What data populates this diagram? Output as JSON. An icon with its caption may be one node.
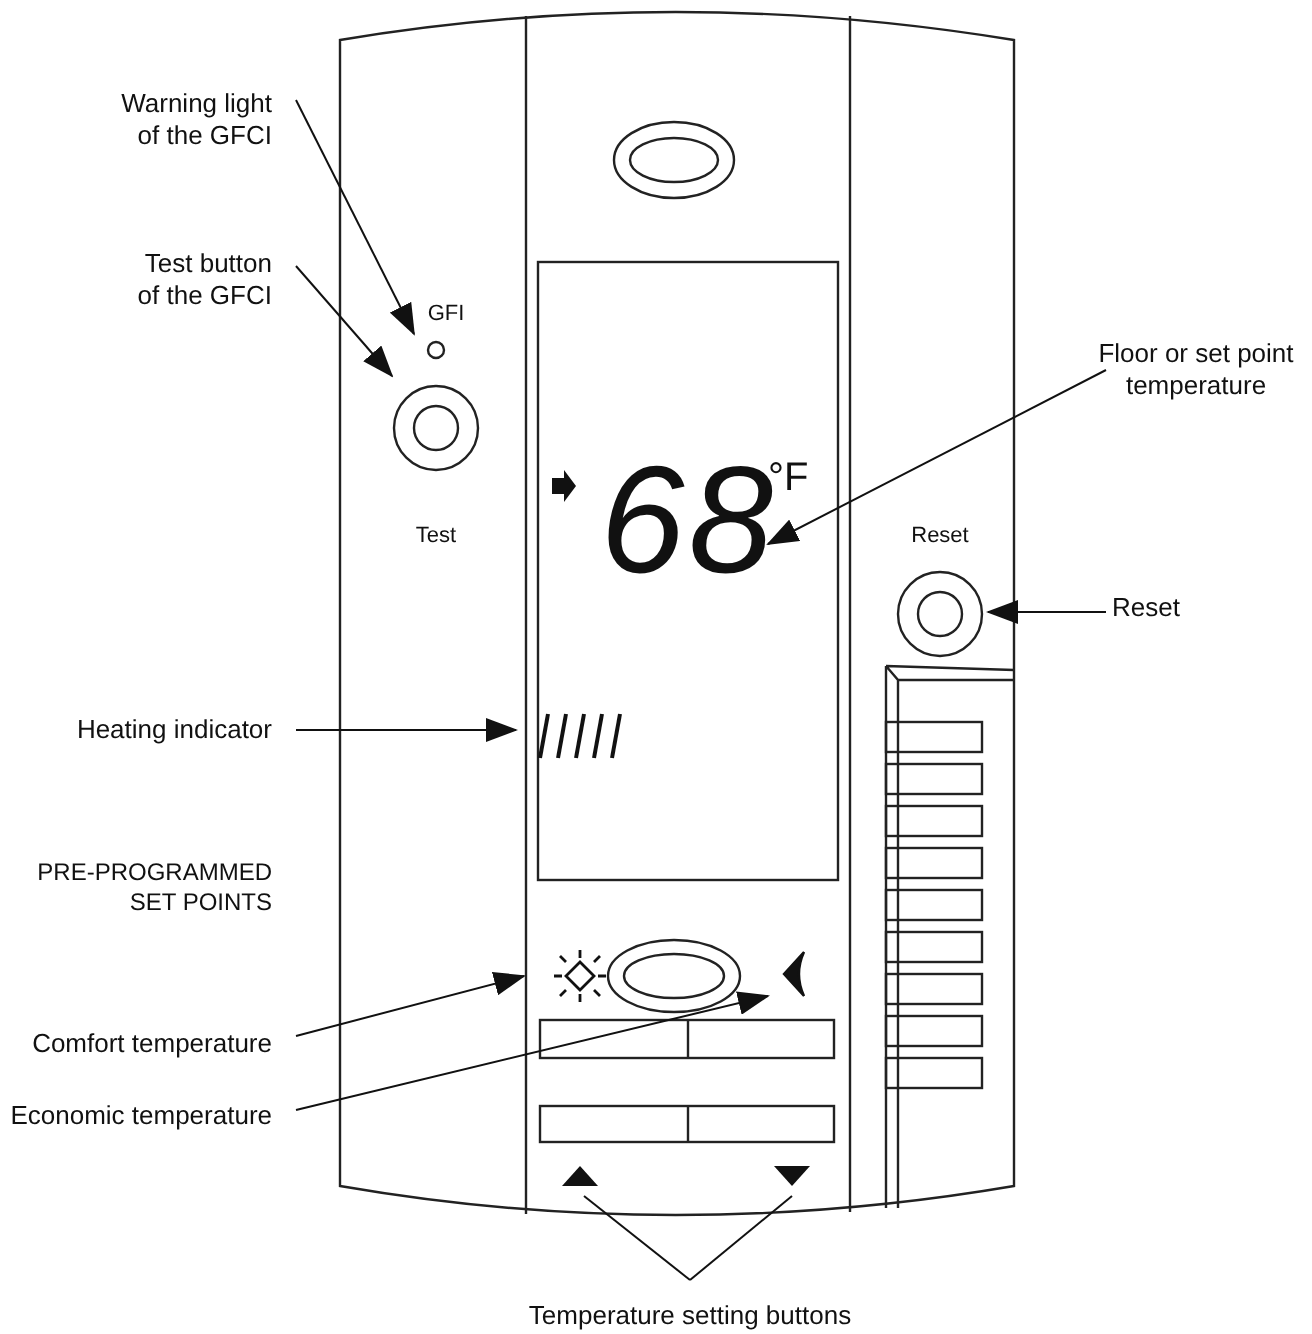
{
  "diagram": {
    "nodes": [
      {
        "text": [
          "Warning light of the GFCI"
        ]
      },
      {
        "text": [
          "Test button of the GFCI"
        ]
      },
      {
        "text": [
          "Floor or set point temperature"
        ]
      },
      {
        "text": [
          "Reset"
        ]
      },
      {
        "text": [
          "Heating indicator"
        ]
      },
      {
        "text": [
          "Comfort temperature"
        ]
      },
      {
        "text": [
          "Economic temperature"
        ]
      },
      {
        "text": [
          "Temperature setting buttons"
        ]
      },
      {
        "text": [],
        "shape": "circle"
      },
      {
        "text": [],
        "shape": "button"
      },
      {
        "text": [
          "68"
        ]
      },
      {
        "text": [],
        "shape": "button"
      },
      {
        "text": [],
        "shape": "bars"
      },
      {
        "text": [],
        "shape": "sun"
      },
      {
        "text": [],
        "shape": "moon"
      },
      {
        "text": [],
        "shape": "triangle"
      },
      {
        "text": [],
        "shape": "triangle"
      }
    ],
    "edges": [
      {
        "from": 0,
        "to": 8,
        "arrow": "to"
      },
      {
        "from": 1,
        "to": 9,
        "arrow": "to"
      },
      {
        "from": 2,
        "to": 10,
        "arrow": "to"
      },
      {
        "from": 3,
        "to": 11,
        "arrow": "to"
      },
      {
        "from": 4,
        "to": 12,
        "arrow": "to"
      },
      {
        "from": 5,
        "to": 13,
        "arrow": "to"
      },
      {
        "from": 6,
        "to": 14,
        "arrow": "to"
      },
      {
        "from": 7,
        "to": 15,
        "arrow": "none"
      },
      {
        "from": 7,
        "to": 16,
        "arrow": "none"
      }
    ],
    "labels": [
      "GFI",
      "°F",
      "Test",
      "Reset",
      "PRE-PROGRAMMED SET POINTS"
    ]
  }
}
